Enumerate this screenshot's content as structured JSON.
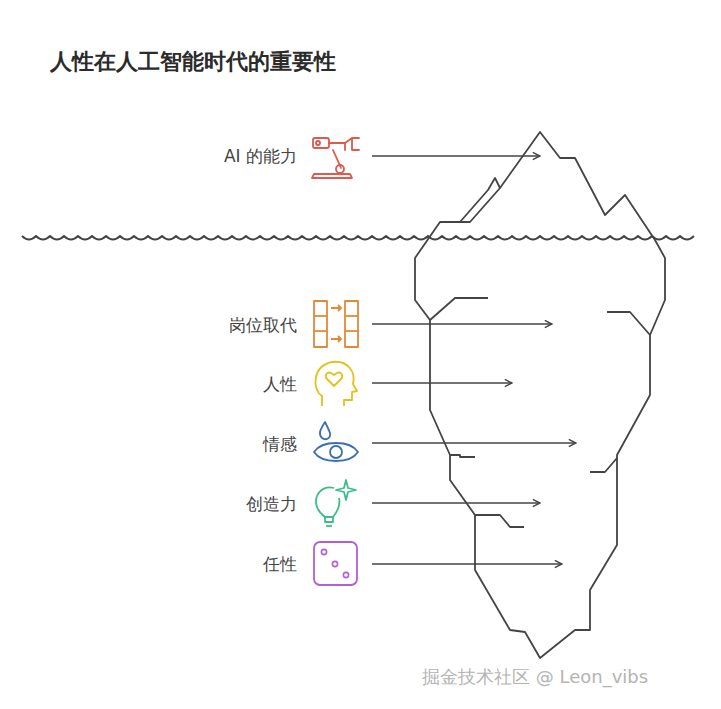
{
  "diagram": {
    "title": "人性在人工智能时代的重要性",
    "labels": [
      "AI 的能力",
      "岗位取代",
      "人性",
      "情感",
      "创造力",
      "任性",
      "掘金技术社区 @ Leon_vibs"
    ]
  }
}
